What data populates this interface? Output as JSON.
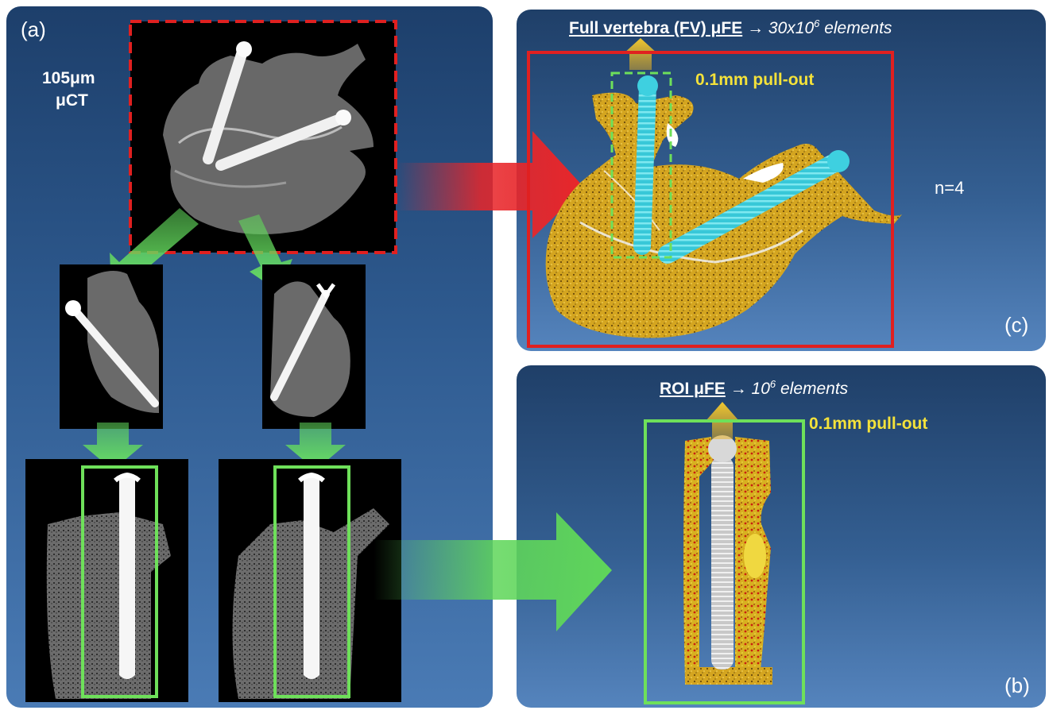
{
  "panel_a": {
    "label": "(a)",
    "ct_resolution": "105μm",
    "ct_type": "μCT"
  },
  "panel_c": {
    "label": "(c)",
    "title_main": "Full vertebra (FV) μFE",
    "title_arrow": "→",
    "title_count_prefix": "30x10",
    "title_count_exp": "6",
    "title_count_suffix": " elements",
    "pullout": "0.1mm pull-out",
    "n": "n=4"
  },
  "panel_b": {
    "label": "(b)",
    "title_main": "ROI μFE",
    "title_arrow": "→",
    "title_count_prefix": "10",
    "title_count_exp": "6",
    "title_count_suffix": " elements",
    "pullout": "0.1mm pull-out"
  },
  "colors": {
    "panel_top": "#1d3f6b",
    "panel_bottom": "#4a7bb5",
    "red_frame": "#e02020",
    "green_frame": "#6ee05a",
    "green_arrow": "#5fd65a",
    "red_arrow": "#e8262a",
    "yellow_arrow": "#e8c020",
    "yellow_text": "#f4e23a",
    "screw_cyan": "#38c8d8",
    "bone_gold": "#d4a520"
  }
}
